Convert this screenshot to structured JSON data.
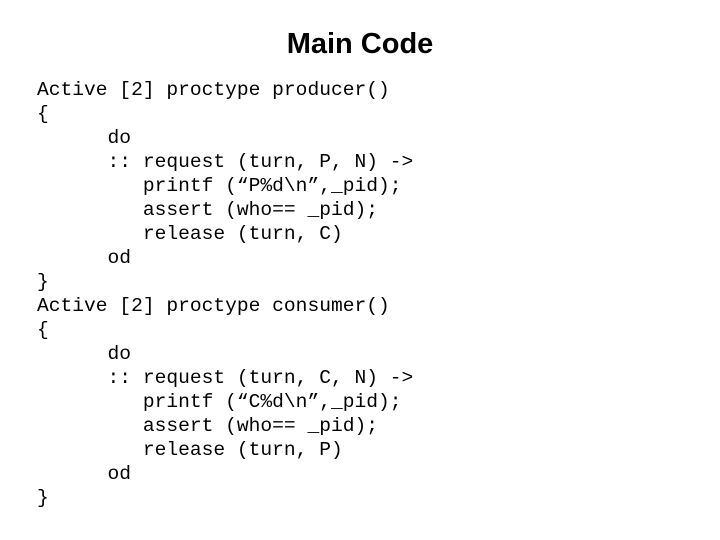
{
  "slide": {
    "title": "Main Code",
    "background_color": "#ffffff",
    "text_color": "#000000",
    "code": {
      "language": "promela",
      "lines": [
        "Active [2] proctype producer()",
        "{",
        "      do",
        "      :: request (turn, P, N) ->",
        "         printf (“P%d\\n”,_pid);",
        "         assert (who== _pid);",
        "         release (turn, C)",
        "      od",
        "}",
        "Active [2] proctype consumer()",
        "{",
        "      do",
        "      :: request (turn, C, N) ->",
        "         printf (“C%d\\n”,_pid);",
        "         assert (who== _pid);",
        "         release (turn, P)",
        "      od",
        "}"
      ]
    }
  }
}
